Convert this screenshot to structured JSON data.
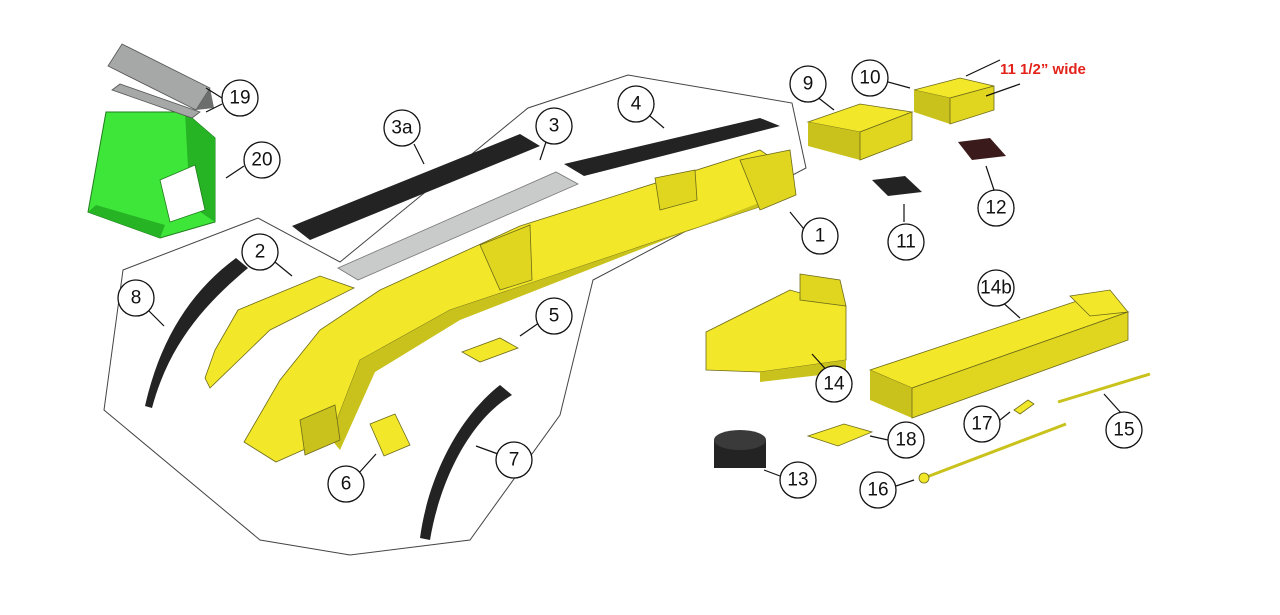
{
  "colors": {
    "yellow": "#f2e829",
    "yellow_shade": "#c9c21c",
    "yellow_dark": "#9c960f",
    "green": "#3fe63a",
    "green_shade": "#26b324",
    "gray": "#a5a8a6",
    "gray_dark": "#6b6e6c",
    "black": "#232323",
    "brown": "#3a1a1a",
    "note_red": "#e3231a"
  },
  "callouts": [
    "1",
    "2",
    "3",
    "3a",
    "4",
    "5",
    "6",
    "7",
    "8",
    "9",
    "10",
    "11",
    "12",
    "13",
    "14",
    "14b",
    "15",
    "16",
    "17",
    "18",
    "19",
    "20",
    "11"
  ],
  "note": "11 1/2” wide"
}
